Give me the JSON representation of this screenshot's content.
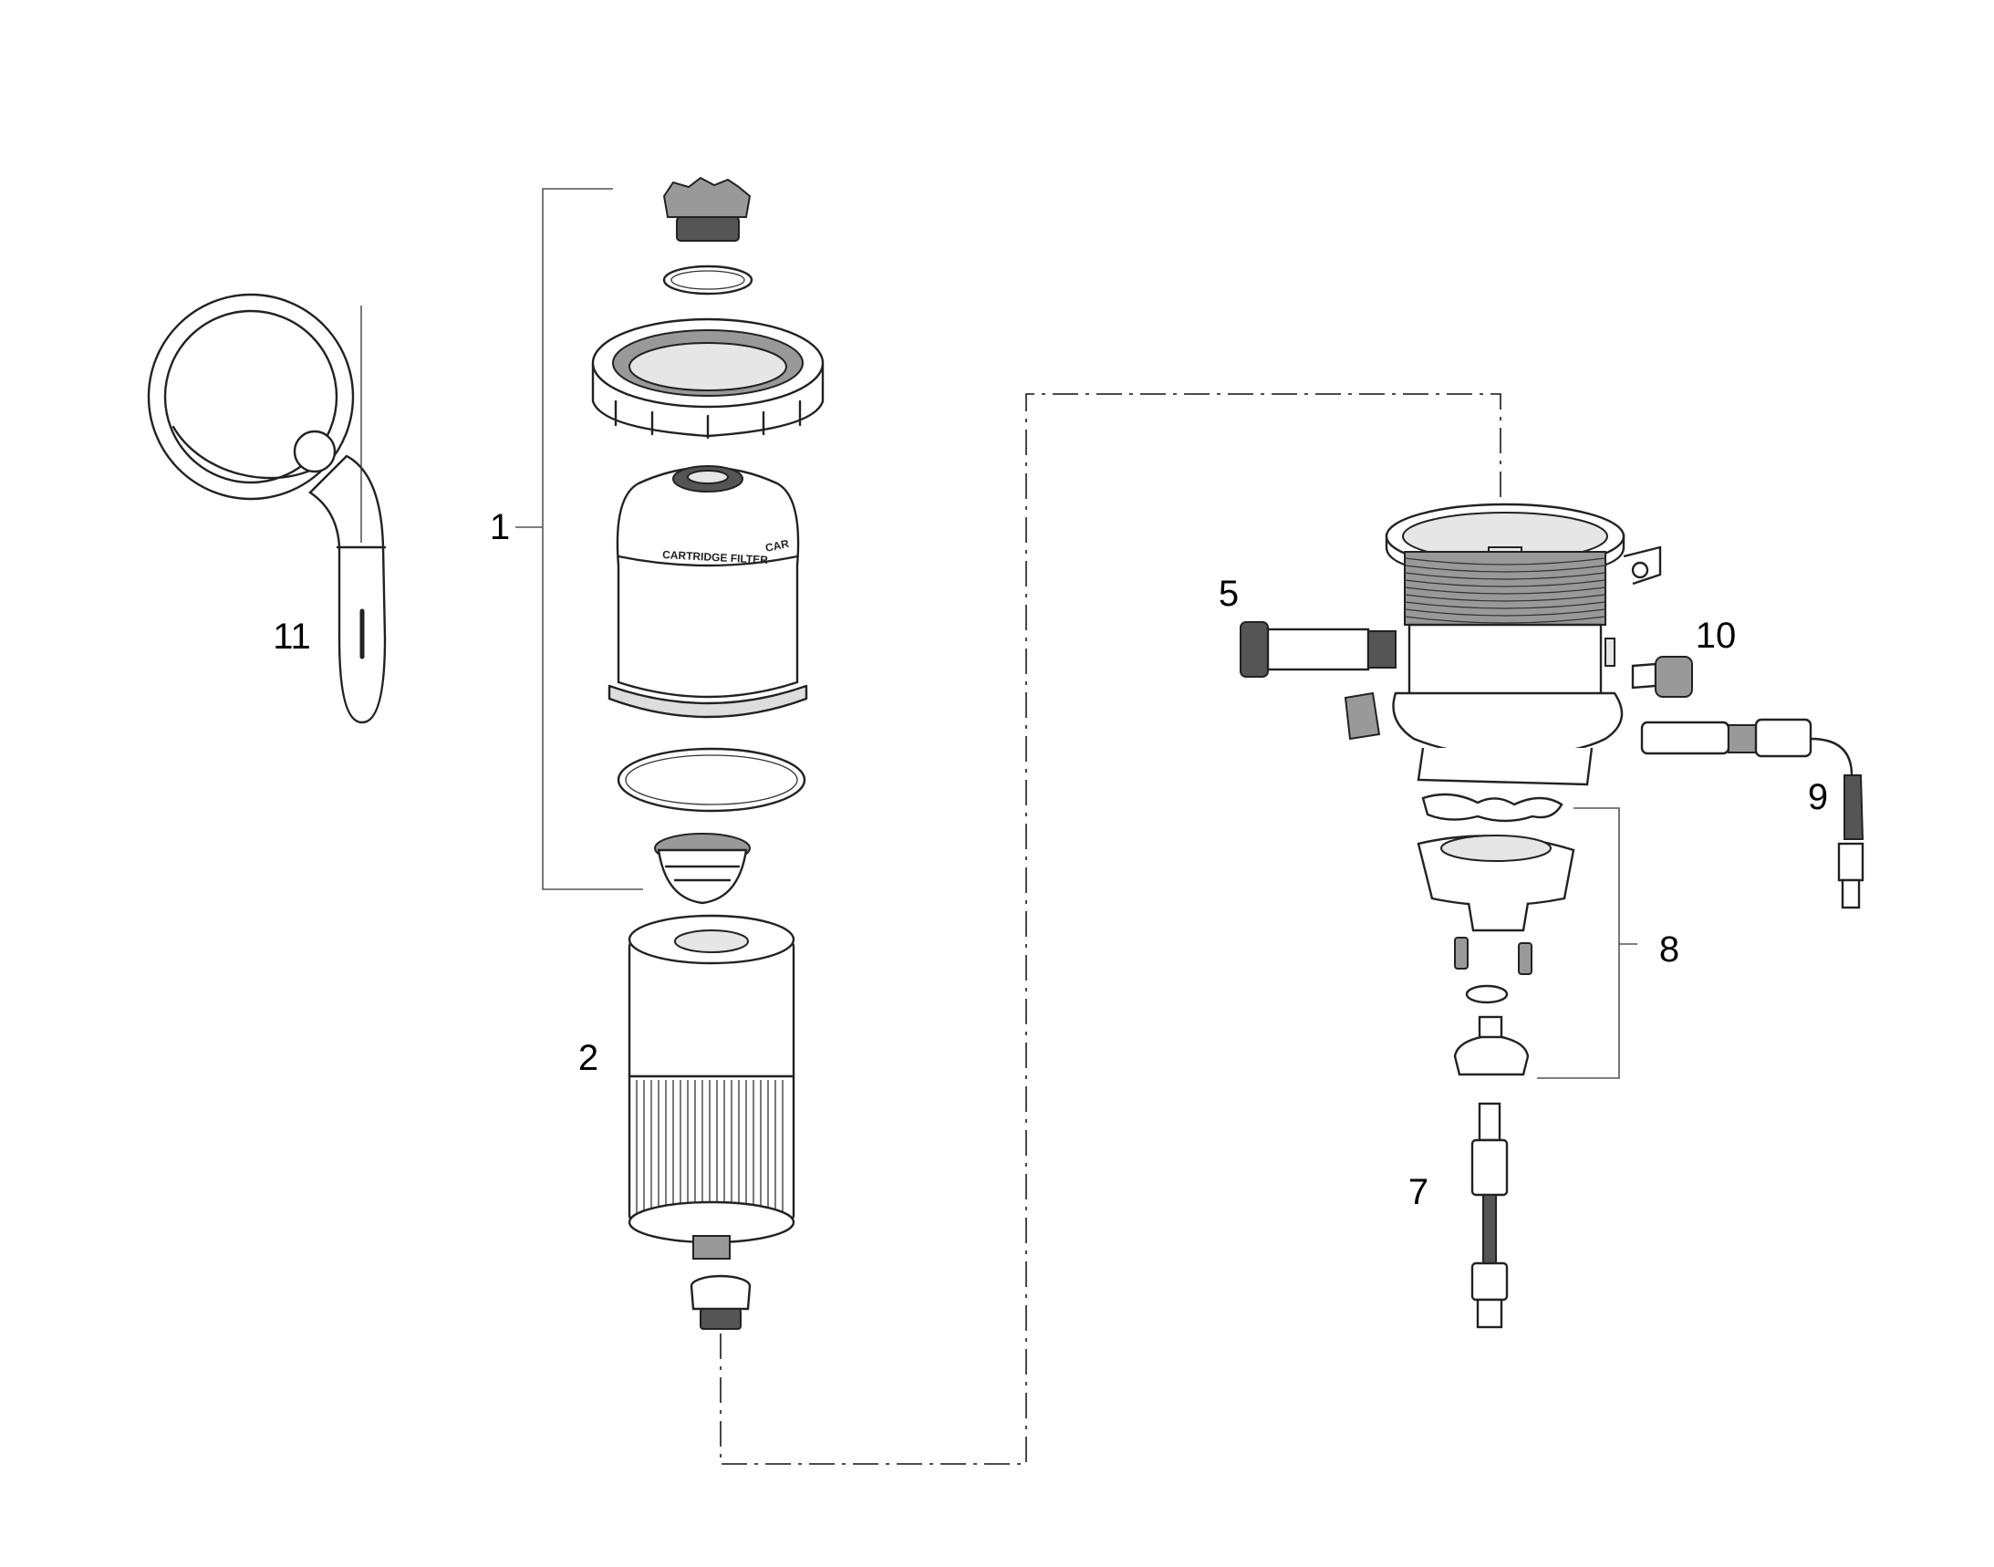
{
  "callouts": {
    "c1": "1",
    "c2": "2",
    "c5": "5",
    "c7": "7",
    "c8": "8",
    "c9": "9",
    "c10": "10",
    "c11": "11"
  },
  "label_text": {
    "cartridge": "CARTRIDGE FILTER",
    "cartridge_side": "CAR"
  }
}
